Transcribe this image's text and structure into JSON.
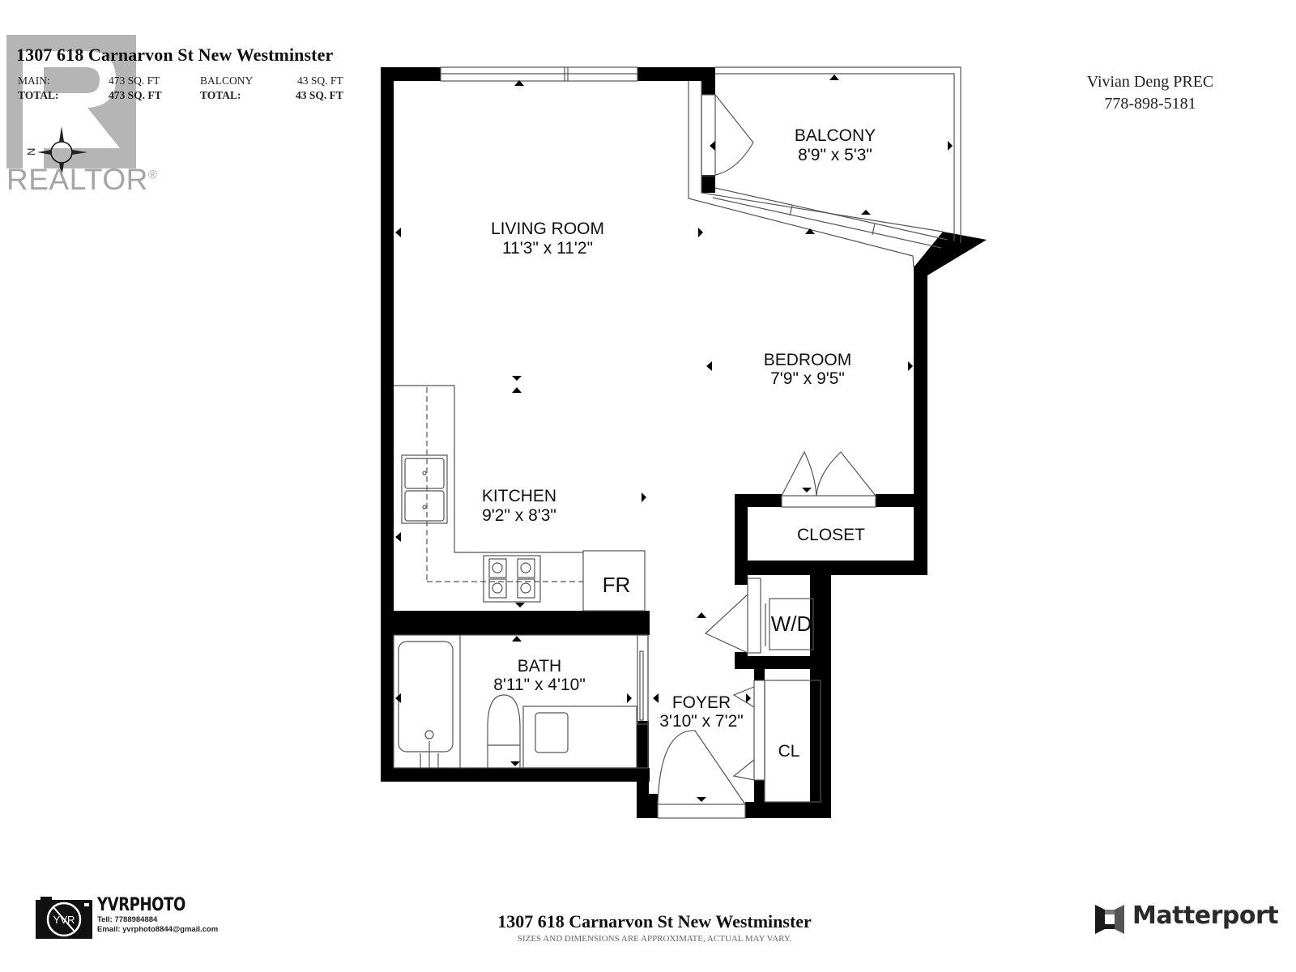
{
  "header": {
    "title": "1307 618 Carnarvon St New Westminster",
    "areas": {
      "row1": {
        "label_a": "MAIN:",
        "value_a": "473 SQ. FT",
        "label_b": "BALCONY",
        "value_b": "43 SQ. FT"
      },
      "row2": {
        "label_a": "TOTAL:",
        "value_a": "473 SQ. FT",
        "label_b": "TOTAL:",
        "value_b": "43 SQ. FT"
      }
    }
  },
  "realtor_logo": {
    "text": "REALTOR",
    "mark": "®",
    "compass_letter": "N"
  },
  "agent": {
    "name": "Vivian Deng PREC",
    "phone": "778-898-5181"
  },
  "rooms": {
    "living_room": {
      "name": "LIVING ROOM",
      "dims": "11'3\" x 11'2\""
    },
    "balcony": {
      "name": "BALCONY",
      "dims": "8'9\" x 5'3\""
    },
    "bedroom": {
      "name": "BEDROOM",
      "dims": "7'9\" x 9'5\""
    },
    "kitchen": {
      "name": "KITCHEN",
      "dims": "9'2\" x 8'3\""
    },
    "closet": {
      "name": "CLOSET"
    },
    "fridge": {
      "name": "FR"
    },
    "washer_dryer": {
      "name": "W/D"
    },
    "bath": {
      "name": "BATH",
      "dims": "8'11\" x 4'10\""
    },
    "foyer": {
      "name": "FOYER",
      "dims": "3'10\" x 7'2\""
    },
    "cl": {
      "name": "CL"
    }
  },
  "footer": {
    "title": "1307 618 Carnarvon St New Westminster",
    "disclaimer": "SIZES AND DIMENSIONS ARE APPROXIMATE, ACTUAL MAY VARY."
  },
  "photographer": {
    "badge": "YVR",
    "name": "YVRPHOTO",
    "tel": "Tell:  7788984884",
    "email": "Email:  yvrphoto8844@gmail.com"
  },
  "brand": {
    "name": "Matterport"
  },
  "colors": {
    "wall": "#000000",
    "line": "#555555",
    "logo_gray": "#b3b3b3",
    "text": "#111111"
  }
}
